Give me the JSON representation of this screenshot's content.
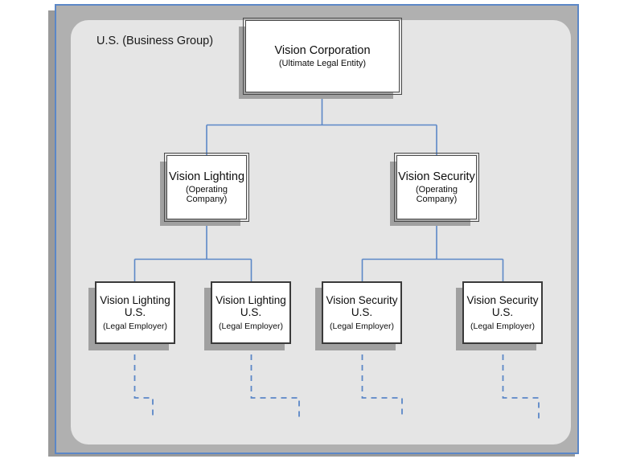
{
  "diagram": {
    "group_label": "U.S. (Business Group)",
    "colors": {
      "connector": "#5b87c7",
      "frame_border": "#5b87c7",
      "frame_fill": "#b0b0b0",
      "panel_fill": "#e5e5e5",
      "box_fill": "#ffffff",
      "box_border": "#3a3a3a",
      "shadow": "#a0a0a0"
    },
    "nodes": {
      "root": {
        "title": "Vision Corporation",
        "subtitle": "(Ultimate Legal Entity)"
      },
      "op1": {
        "title": "Vision Lighting",
        "subtitle_line1": "(Operating",
        "subtitle_line2": "Company)"
      },
      "op2": {
        "title": "Vision Security",
        "subtitle_line1": "(Operating",
        "subtitle_line2": "Company)"
      },
      "leaf1": {
        "title_line1": "Vision Lighting",
        "title_line2": "U.S.",
        "subtitle": "(Legal Employer)"
      },
      "leaf2": {
        "title_line1": "Vision Lighting",
        "title_line2": "U.S.",
        "subtitle": "(Legal Employer)"
      },
      "leaf3": {
        "title_line1": "Vision Security",
        "title_line2": "U.S.",
        "subtitle": "(Legal Employer)"
      },
      "leaf4": {
        "title_line1": "Vision Security",
        "title_line2": "U.S.",
        "subtitle": "(Legal Employer)"
      }
    }
  }
}
